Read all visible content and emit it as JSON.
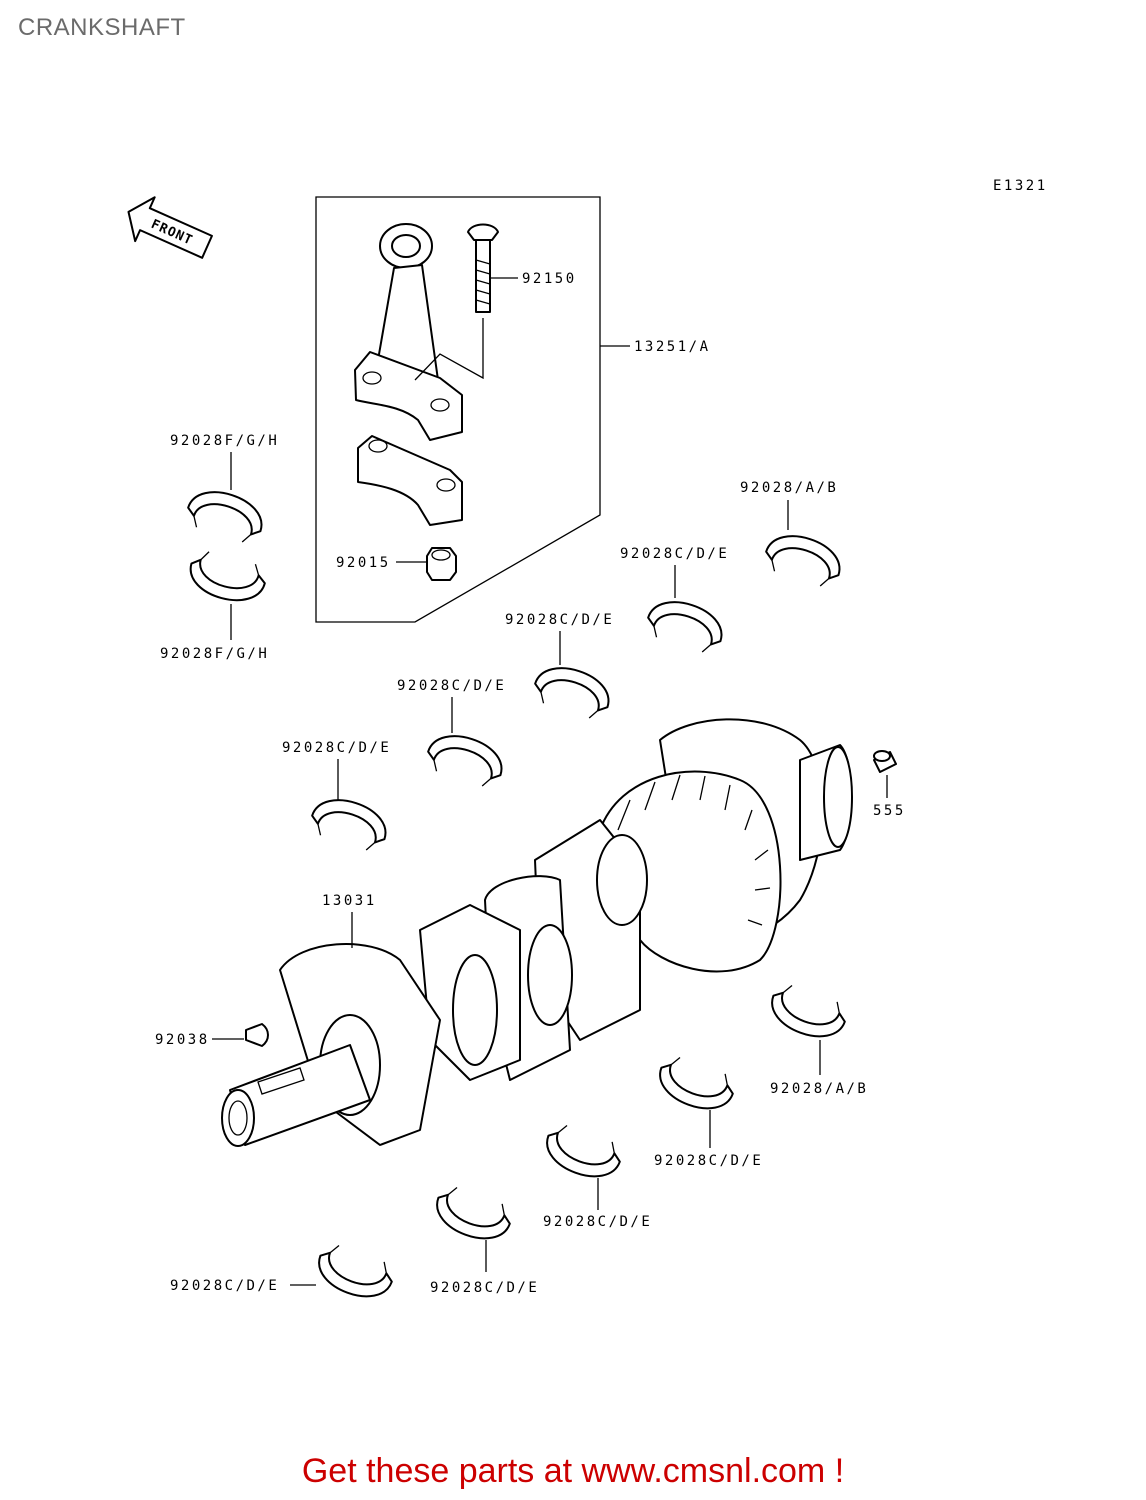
{
  "page_title": "CRANKSHAFT",
  "diagram_code": "E1321",
  "front_arrow_label": "FRONT",
  "parts": {
    "connecting_rod_assembly": "13251/A",
    "conrod_bolt": "92150",
    "conrod_nut": "92015",
    "conrod_bearing_upper": "92028F/G/H",
    "conrod_bearing_lower": "92028F/G/H",
    "main_bearing_upper_1": "92028/A/B",
    "main_bearing_upper_2": "92028C/D/E",
    "main_bearing_upper_3": "92028C/D/E",
    "main_bearing_upper_4": "92028C/D/E",
    "main_bearing_upper_5": "92028C/D/E",
    "crankshaft": "13031",
    "dowel_pin": "555",
    "woodruff_key": "92038",
    "main_bearing_lower_1": "92028/A/B",
    "main_bearing_lower_2": "92028C/D/E",
    "main_bearing_lower_3": "92028C/D/E",
    "main_bearing_lower_4": "92028C/D/E",
    "main_bearing_lower_5": "92028C/D/E"
  },
  "footer_link_text": "Get these parts at www.cmsnl.com !",
  "colors": {
    "title": "#6b6b6b",
    "footer": "#cc0000",
    "lines": "#000000"
  }
}
